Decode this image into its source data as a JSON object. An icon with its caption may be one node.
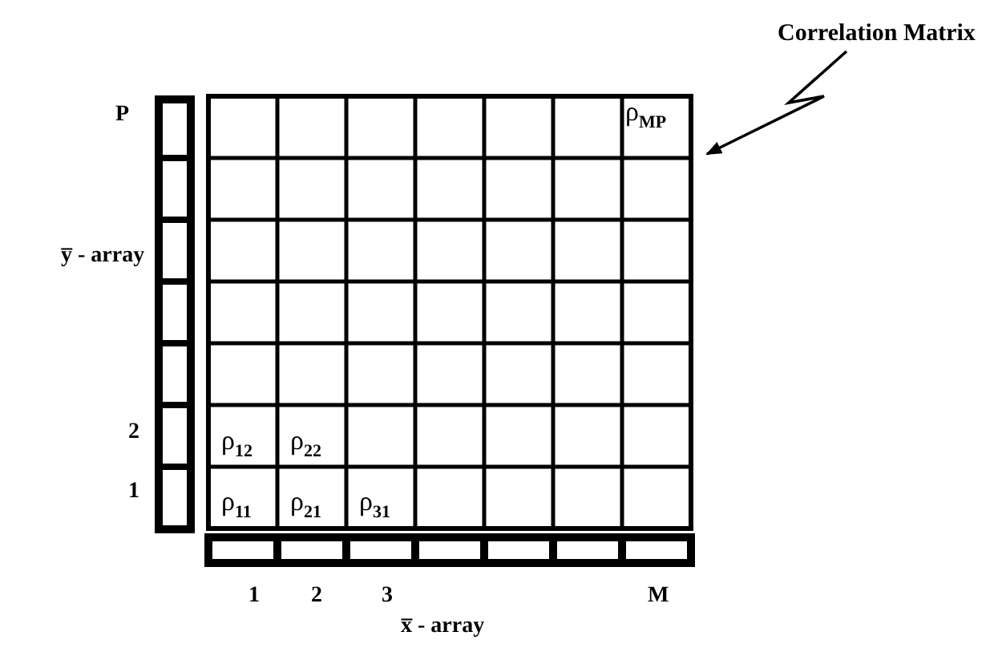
{
  "diagram": {
    "nodes": [
      {
        "text": [
          "Correlation Matrix"
        ]
      },
      {
        "text": [],
        "shape": "box"
      }
    ],
    "edges": [
      {
        "from": 0,
        "to": 1,
        "arrow": "to"
      }
    ],
    "labels": [
      "P",
      "ρ$_{MP}$",
      "y̅ - array",
      "2",
      "ρ$_{12}$",
      "ρ$_{22}$",
      "1",
      "ρ$_{11}$",
      "ρ$_{21}$",
      "ρ$_{31}$",
      "1",
      "2",
      "3",
      "M",
      "x̅ - array"
    ]
  }
}
